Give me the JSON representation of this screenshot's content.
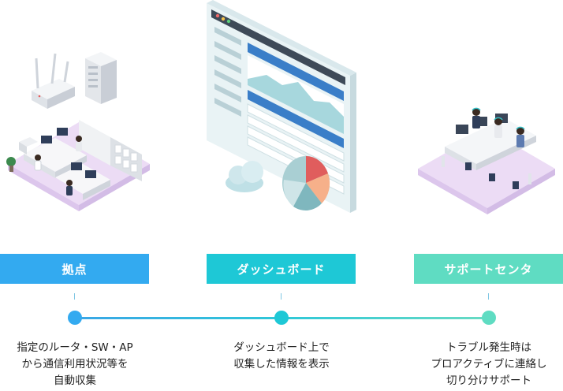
{
  "steps": [
    {
      "label": "拠点",
      "color": "#33aaf0",
      "desc": [
        "指定のルータ・SW・AP",
        "から通信利用状況等を",
        "自動収集"
      ]
    },
    {
      "label": "ダッシュボード",
      "color": "#1ec8d6",
      "desc": [
        "ダッシュボード上で",
        "収集した情報を表示"
      ]
    },
    {
      "label": "サポートセンタ",
      "color": "#5fdcc2",
      "desc": [
        "トラブル発生時は",
        "プロアクティブに連絡し",
        "切り分けサポート"
      ]
    }
  ],
  "icons": [
    "office-illustration",
    "dashboard-illustration",
    "support-center-illustration"
  ]
}
